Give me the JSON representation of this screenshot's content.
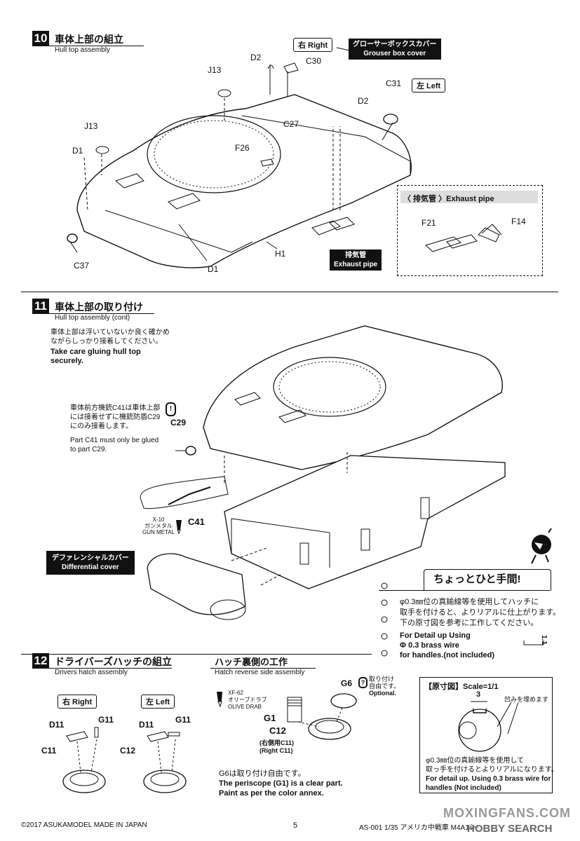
{
  "step10": {
    "num": "10",
    "title_jp": "車体上部の組立",
    "title_en": "Hull top assembly",
    "right_label": "右 Right",
    "left_label": "左 Left",
    "grouser_jp": "グローサーボックスカバー",
    "grouser_en": "Grouser box cover",
    "exhaust_jp": "排気管",
    "exhaust_en": "Exhaust pipe",
    "exhaust_box_title": "〈 排気管 〉Exhaust pipe",
    "parts": {
      "j13a": "J13",
      "j13b": "J13",
      "d2a": "D2",
      "c30": "C30",
      "c31": "C31",
      "d2b": "D2",
      "c27": "C27",
      "f26": "F26",
      "d1a": "D1",
      "c37": "C37",
      "d1b": "D1",
      "h1": "H1",
      "f21": "F21",
      "f14": "F14"
    }
  },
  "step11": {
    "num": "11",
    "title_jp": "車体上部の取り付け",
    "title_en": "Hull top assembly (cont)",
    "note1_jp_1": "車体上部は浮いていないか良く確かめ",
    "note1_jp_2": "ながらしっかり接着してください。",
    "note1_en_1": "Take care gluing hull top",
    "note1_en_2": "securely.",
    "note2_jp_1": "車体前方機銃C41は車体上部",
    "note2_jp_2": "には接着せずに機銃防盾C29",
    "note2_jp_3": "にのみ接着します。",
    "note2_en_1": "Part C41 must only be glued",
    "note2_en_2": "to part C29.",
    "c29": "C29",
    "c41": "C41",
    "paint_code": "X-10",
    "paint_jp": "ガンメタル",
    "paint_en": "GUN METAL",
    "diff_jp": "デファレンシャルカバー",
    "diff_en": "Differential cover"
  },
  "tip": {
    "title": "ちょっとひと手間!",
    "jp_1": "φ0.3㎜位の真鍮線等を使用してハッチに",
    "jp_2": "取手を付けると、よりリアルに仕上がります。",
    "jp_3": "下の原寸図を参考に工作してください。",
    "en_1": "For Detail up Using",
    "en_2": "Φ 0.3 brass wire",
    "en_3": "for handles.(not included)",
    "dim_v": "1.1",
    "scale_label": "【原寸図】Scale=1/1",
    "dim_3": "3",
    "fill_jp": "凹みを埋めます",
    "bottom_jp_1": "φ0.3㎜位の真鍮線等を使用して",
    "bottom_jp_2": "取っ手を付けるとよりリアルになります。",
    "bottom_en_1": "For detail up. Using 0.3 brass wire for",
    "bottom_en_2": "handles (Not included)"
  },
  "step12": {
    "num": "12",
    "title_jp": "ドライバーズハッチの組立",
    "title_en": "Drivers hatch assembly",
    "right_label": "右 Right",
    "left_label": "左 Left",
    "d11a": "D11",
    "g11a": "G11",
    "c11": "C11",
    "d11b": "D11",
    "g11b": "G11",
    "c12": "C12"
  },
  "hatch_rev": {
    "title_jp": "ハッチ裏側の工作",
    "title_en": "Hatch reverse side assembly",
    "paint_code": "XF-62",
    "paint_jp": "オリーブドラブ",
    "paint_en": "OLIVE DRAB",
    "g6": "G6",
    "opt_jp_1": "取り付け",
    "opt_jp_2": "自由です。",
    "opt_en": "Optional.",
    "g1": "G1",
    "c12": "C12",
    "c11_jp": "(右側用C11)",
    "c11_en": "(Right C11)",
    "note_jp": "G6は取り付け自由です。",
    "note_en_1": "The periscope (G1) is a clear part.",
    "note_en_2": "Paint as per the color annex."
  },
  "footer": {
    "copyright": "©2017 ASUKAMODEL  MADE IN JAPAN",
    "page": "5",
    "product": "AS-001 1/35 アメリカ中戦車 M4A1シャーマン 組立説明書",
    "watermark1": "MOXINGFANS.COM",
    "watermark2": "HOBBY SEARCH"
  }
}
